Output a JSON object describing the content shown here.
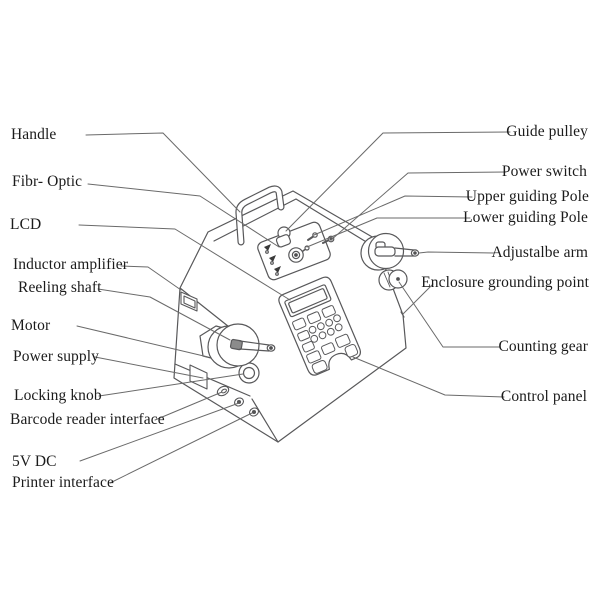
{
  "colors": {
    "background": "#ffffff",
    "machine_line": "#58585a",
    "leader_line": "#6a6a6a",
    "text": "#1b1b1b"
  },
  "labels": {
    "left": [
      "Handle",
      "Fibr- Optic",
      "LCD",
      "Inductor amplifier",
      "Reeling shaft",
      "Motor",
      "Power supply",
      "Locking knob",
      "Barcode reader interface",
      "5V DC",
      "Printer interface"
    ],
    "right": [
      "Guide pulley",
      "Power switch",
      "Upper guiding Pole",
      "Lower guiding Pole",
      "Adjustalbe arm",
      "Enclosure grounding point",
      "Counting gear",
      "Control panel"
    ]
  }
}
